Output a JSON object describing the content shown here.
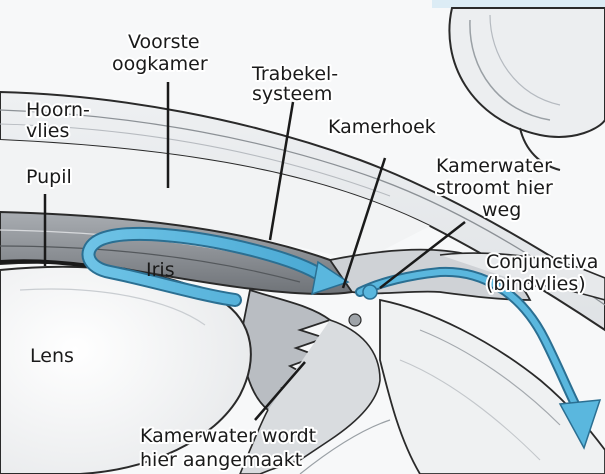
{
  "labels": {
    "voorste_oogkamer": [
      "Voorste",
      "oogkamer"
    ],
    "trabekelsysteem": [
      "Trabekel-",
      "systeem"
    ],
    "hoornvlies": [
      "Hoorn-",
      "vlies"
    ],
    "kamerhoek": "Kamerhoek",
    "pupil": "Pupil",
    "kamerwater_stroomt": [
      "Kamerwater",
      "stroomt hier",
      "weg"
    ],
    "iris": "Iris",
    "conjunctiva": [
      "Conjunctiva",
      "(bindvlies)"
    ],
    "lens": "Lens",
    "kamerwater_wordt": [
      "Kamerwater wordt",
      "hier aangemaakt"
    ]
  },
  "colors": {
    "flow_arrow": "#5ab7de",
    "flow_arrow_edge": "#2b6f92",
    "tissue_grey": "#c9ccd0",
    "tissue_dark": "#8d9196",
    "outline": "#2a2a2a",
    "corner_tab": "#dcecf5"
  }
}
